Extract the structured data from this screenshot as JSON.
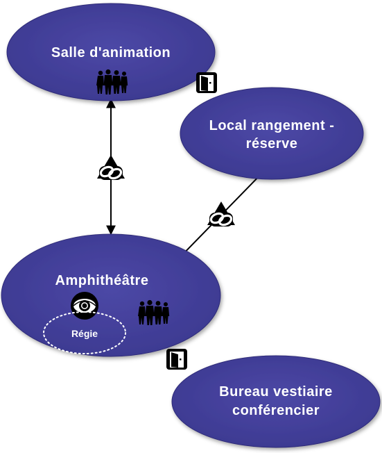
{
  "rooms": {
    "salle": {
      "label": "Salle d'animation"
    },
    "local": {
      "line1": "Local rangement -",
      "line2": "réserve"
    },
    "amphi": {
      "label": "Amphithéâtre",
      "regie": "Régie"
    },
    "bureau": {
      "line1": "Bureau vestiaire",
      "line2": "conférencier"
    }
  },
  "colors": {
    "room_fill": "#45419a",
    "room_stroke": "#2f2c78",
    "connector": "#000000",
    "icon_bg": "#000000",
    "icon_fg": "#ffffff"
  },
  "icons": {
    "people": "people-group-icon",
    "door": "door-icon",
    "link": "chain-link-triangle-icon",
    "eye": "eye-icon"
  }
}
